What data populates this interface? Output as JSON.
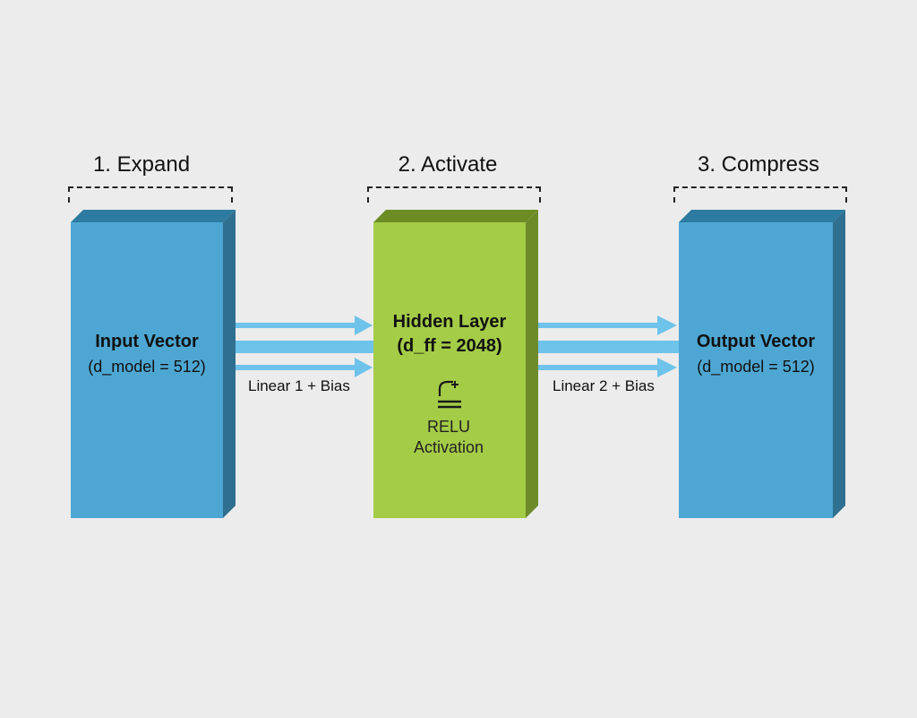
{
  "stages": [
    {
      "title": "1. Expand"
    },
    {
      "title": "2. Activate"
    },
    {
      "title": "3. Compress"
    }
  ],
  "blocks": {
    "input": {
      "title": "Input Vector",
      "subtitle": "(d_model = 512)"
    },
    "hidden": {
      "title_line1": "Hidden Layer",
      "title_line2": "(d_ff = 2048)",
      "activation_line1": "RELU",
      "activation_line2": "Activation",
      "icon": "relu-activation-icon"
    },
    "output": {
      "title": "Output Vector",
      "subtitle": "(d_model = 512)"
    }
  },
  "connections": [
    {
      "label": "Linear 1 + Bias"
    },
    {
      "label": "Linear 2 + Bias"
    }
  ],
  "colors": {
    "input_output_block": "#4ea7d3",
    "hidden_block": "#a4cc47",
    "arrow": "#6ec3ea",
    "background": "#ececec"
  }
}
